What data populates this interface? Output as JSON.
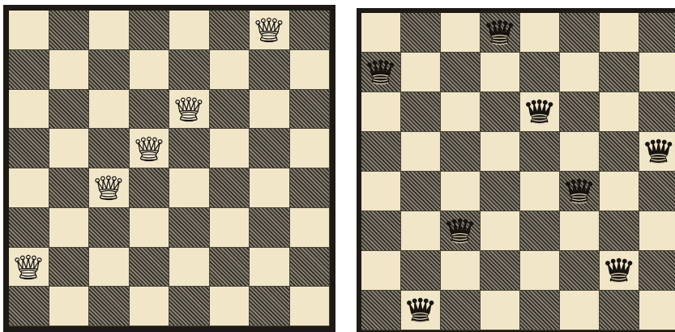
{
  "boards": [
    {
      "id": "left",
      "files": 8,
      "ranks": 8,
      "queen_color": "white",
      "queens": [
        {
          "row": 0,
          "col": 6
        },
        {
          "row": 2,
          "col": 4
        },
        {
          "row": 3,
          "col": 3
        },
        {
          "row": 4,
          "col": 2
        },
        {
          "row": 6,
          "col": 0
        }
      ]
    },
    {
      "id": "right",
      "files": 8,
      "ranks": 8,
      "queen_color": "black",
      "queens": [
        {
          "row": 0,
          "col": 3
        },
        {
          "row": 1,
          "col": 0
        },
        {
          "row": 2,
          "col": 4
        },
        {
          "row": 3,
          "col": 7
        },
        {
          "row": 4,
          "col": 5
        },
        {
          "row": 5,
          "col": 2
        },
        {
          "row": 6,
          "col": 6
        },
        {
          "row": 7,
          "col": 1
        }
      ]
    }
  ],
  "colors": {
    "light_square": "#f1e6c8",
    "dark_square_hatch": "#2e2b25",
    "frame": "#1d1a16",
    "white_queen_fill": "#f6edd6",
    "black_queen_fill": "#1a1713"
  },
  "icons": {
    "piece": "queen-icon"
  }
}
